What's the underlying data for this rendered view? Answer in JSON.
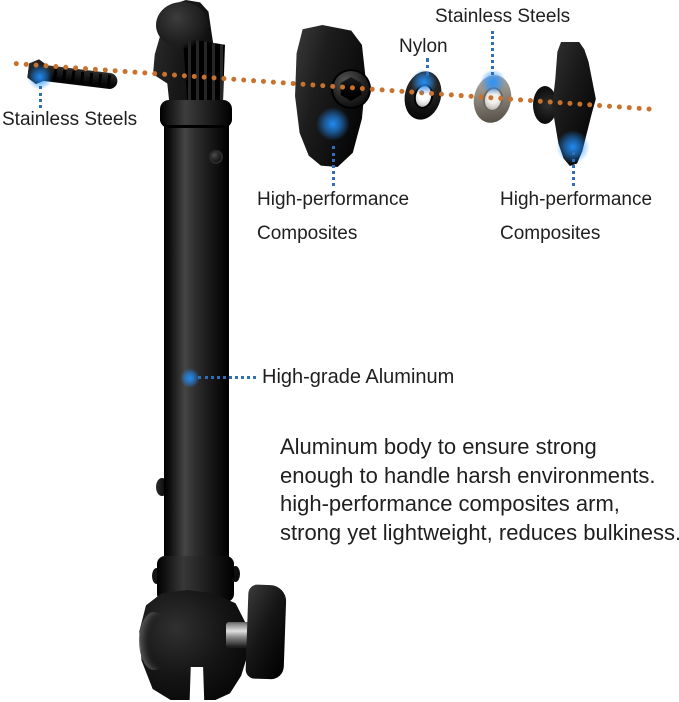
{
  "annotations": {
    "bolt_label": "Stainless Steels",
    "nylon_label": "Nylon",
    "washer_label": "Stainless Steels",
    "arm_left": {
      "line1": "High-performance",
      "line2": "Composites"
    },
    "arm_right": {
      "line1": "High-performance",
      "line2": "Composites"
    },
    "pole_label": "High-grade Aluminum"
  },
  "description": {
    "line1": "Aluminum body to ensure strong",
    "line2": "enough to handle harsh environments.",
    "line3": "high-performance composites arm,",
    "line4": "strong yet lightweight, reduces bulkiness."
  },
  "colors": {
    "background": "#ffffff",
    "axis_dots": "#c8722e",
    "leader_dots": "#2e6fb7",
    "highlight_glow": "#2391ff",
    "text": "#1f1f1f",
    "part_black": "#111111",
    "steel_washer": "#918c84"
  }
}
